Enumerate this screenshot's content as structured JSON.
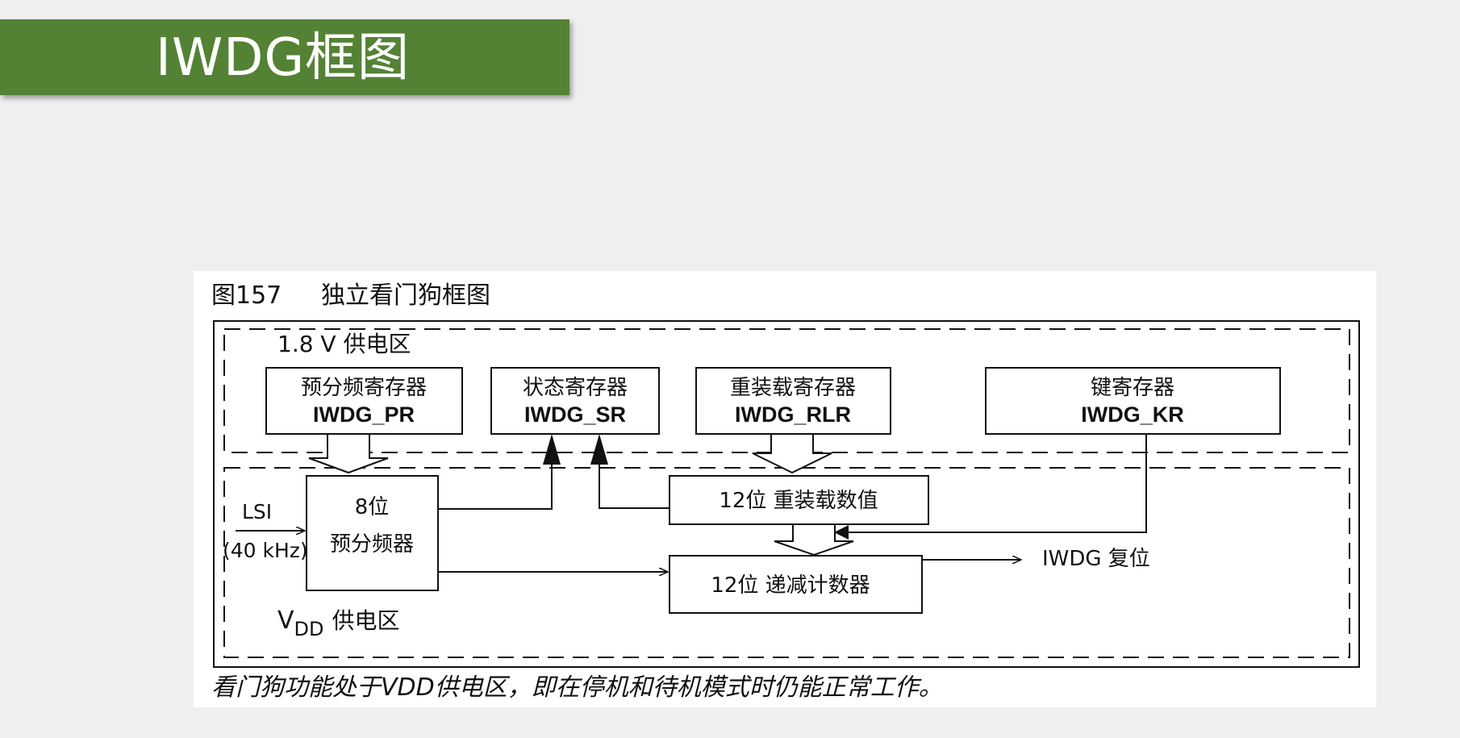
{
  "slide": {
    "title": "IWDG框图",
    "title_color": "#548235"
  },
  "figure": {
    "fig_no": "图157",
    "fig_title": "独立看门狗框图",
    "zone_1v8": "1.8 V 供电区",
    "zone_vdd_main": "V",
    "zone_vdd_sub": "DD",
    "zone_vdd_suffix": "供电区",
    "registers": {
      "pr": {
        "cn": "预分频寄存器",
        "en": "IWDG_PR"
      },
      "sr": {
        "cn": "状态寄存器",
        "en": "IWDG_SR"
      },
      "rlr": {
        "cn": "重装载寄存器",
        "en": "IWDG_RLR"
      },
      "kr": {
        "cn": "键寄存器",
        "en": "IWDG_KR"
      }
    },
    "prescaler": {
      "line1": "8位",
      "line2": "预分频器"
    },
    "reload_value": "12位 重装载数值",
    "counter": "12位 递减计数器",
    "lsi": "LSI",
    "lsi_freq": "(40 kHz)",
    "reset_out": "IWDG 复位",
    "caption": "看门狗功能处于VDD供电区，即在停机和待机模式时仍能正常工作。"
  }
}
